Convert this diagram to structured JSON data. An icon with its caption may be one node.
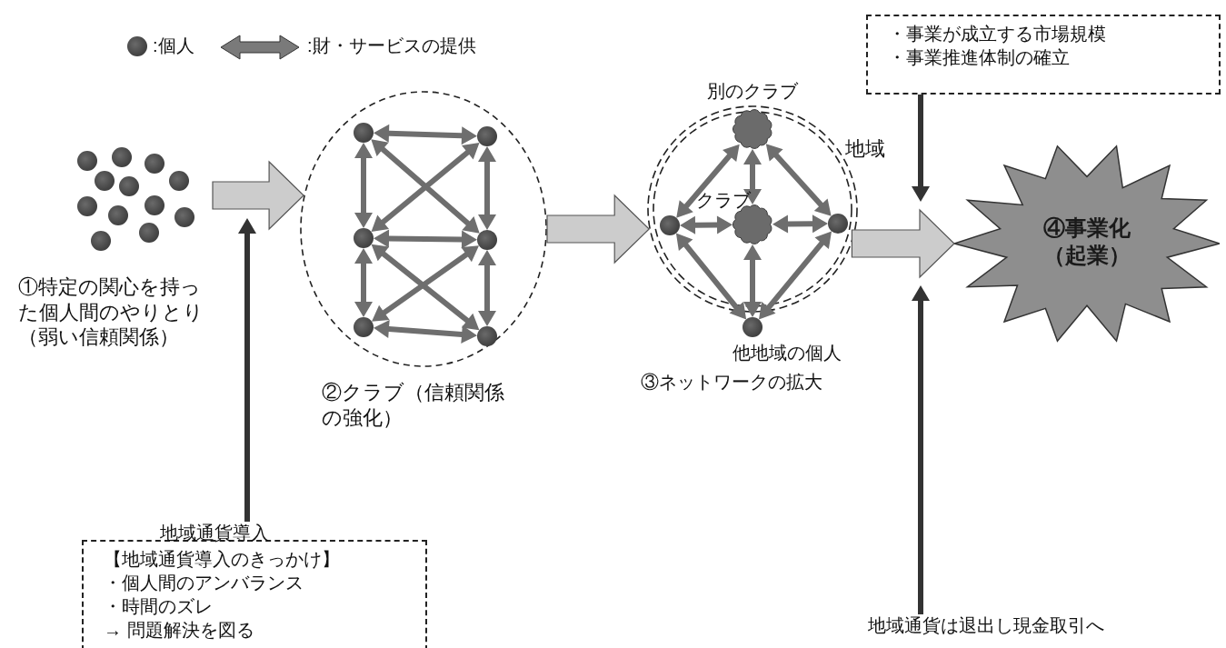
{
  "diagram": {
    "nodes": [
      {
        "text": [
          "①特定の関心を持った個人間のやりとり（弱い信頼関係）"
        ]
      },
      {
        "text": [],
        "shape": "circle",
        "in": 0
      },
      {
        "text": [],
        "shape": "circle",
        "in": 0
      },
      {
        "text": [],
        "shape": "circle",
        "in": 0
      },
      {
        "text": [],
        "shape": "circle",
        "in": 0
      },
      {
        "text": [],
        "shape": "circle",
        "in": 0
      },
      {
        "text": [],
        "shape": "circle",
        "in": 0
      },
      {
        "text": [],
        "shape": "circle",
        "in": 0
      },
      {
        "text": [],
        "shape": "circle",
        "in": 0
      },
      {
        "text": [],
        "shape": "circle",
        "in": 0
      },
      {
        "text": [],
        "shape": "circle",
        "in": 0
      },
      {
        "text": [],
        "shape": "circle",
        "in": 0
      },
      {
        "text": [],
        "shape": "circle",
        "in": 0
      },
      {
        "text": [
          "②クラブ（信頼関係の強化）"
        ]
      },
      {
        "text": [],
        "shape": "circle",
        "in": 13
      },
      {
        "text": [],
        "shape": "circle",
        "in": 13
      },
      {
        "text": [],
        "shape": "circle",
        "in": 13
      },
      {
        "text": [],
        "shape": "circle",
        "in": 13
      },
      {
        "text": [],
        "shape": "circle",
        "in": 13
      },
      {
        "text": [],
        "shape": "circle",
        "in": 13
      },
      {
        "text": [
          "地域"
        ]
      },
      {
        "text": [],
        "shape": "cloud",
        "in": 20,
        "beside": [
          "別のクラブ"
        ]
      },
      {
        "text": [],
        "shape": "circle",
        "in": 20
      },
      {
        "text": [],
        "shape": "cloud",
        "in": 20,
        "beside": [
          "クラブ"
        ]
      },
      {
        "text": [],
        "shape": "circle",
        "in": 20
      },
      {
        "text": [],
        "shape": "circle",
        "beside": [
          "他地域の個人"
        ]
      },
      {
        "text": [
          "・事業が成立する市場規模",
          "・事業推進体制の確立"
        ]
      },
      {
        "text": [
          "④事業化（起業）"
        ]
      },
      {
        "text": [
          "地域通貨導入"
        ]
      },
      {
        "text": [
          "【地域通貨導入のきっかけ】",
          "・個人間のアンバランス",
          "・時間のズレ",
          "→ 問題解決を図る"
        ]
      },
      {
        "text": [
          "地域通貨は退出し現金取引へ"
        ]
      }
    ],
    "edges": [
      {
        "from": 0,
        "to": 13,
        "arrow": "to",
        "style": "thick",
        "color": "#cccccc"
      },
      {
        "from": 13,
        "to": 20,
        "arrow": "to",
        "style": "thick",
        "color": "#cccccc"
      },
      {
        "from": 20,
        "to": 27,
        "arrow": "to",
        "style": "thick",
        "color": "#cccccc"
      },
      {
        "from": 14,
        "to": 15,
        "arrow": "both"
      },
      {
        "from": 14,
        "to": 16,
        "arrow": "both"
      },
      {
        "from": 15,
        "to": 17,
        "arrow": "both"
      },
      {
        "from": 14,
        "to": 17,
        "arrow": "both"
      },
      {
        "from": 15,
        "to": 16,
        "arrow": "both"
      },
      {
        "from": 16,
        "to": 17,
        "arrow": "both"
      },
      {
        "from": 16,
        "to": 18,
        "arrow": "both"
      },
      {
        "from": 17,
        "to": 19,
        "arrow": "both"
      },
      {
        "from": 16,
        "to": 19,
        "arrow": "both"
      },
      {
        "from": 17,
        "to": 18,
        "arrow": "both"
      },
      {
        "from": 18,
        "to": 19,
        "arrow": "both"
      },
      {
        "from": 21,
        "to": 23,
        "arrow": "both"
      },
      {
        "from": 21,
        "to": 22,
        "arrow": "both"
      },
      {
        "from": 21,
        "to": 24,
        "arrow": "both"
      },
      {
        "from": 22,
        "to": 23,
        "arrow": "both"
      },
      {
        "from": 23,
        "to": 24,
        "arrow": "both"
      },
      {
        "from": 22,
        "to": 25,
        "arrow": "both"
      },
      {
        "from": 23,
        "to": 25,
        "arrow": "both"
      },
      {
        "from": 24,
        "to": 25,
        "arrow": "both"
      },
      {
        "from": 26,
        "to": null,
        "arrow": "to",
        "color": "#333333"
      },
      {
        "from": 28,
        "to": null,
        "arrow": "to",
        "color": "#333333"
      },
      {
        "from": 30,
        "to": null,
        "arrow": "to",
        "color": "#333333"
      }
    ],
    "labels": [
      "③ネットワークの拡大"
    ],
    "legend": [
      {
        "text": ":個人"
      },
      {
        "text": ":財・サービスの提供"
      }
    ]
  }
}
